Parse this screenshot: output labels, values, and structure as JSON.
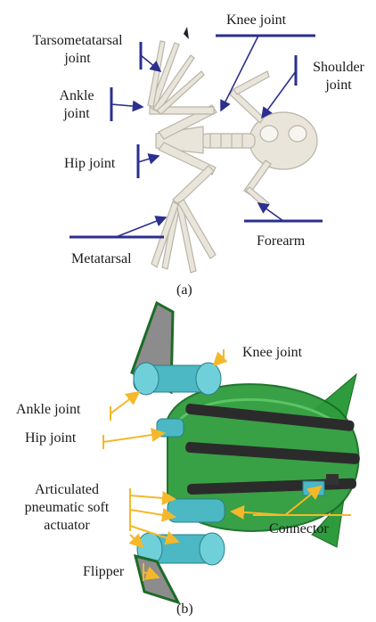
{
  "panel_a": {
    "caption": "(a)",
    "labels": {
      "tarsometatarsal_1": "Tarsometatarsal",
      "tarsometatarsal_2": "joint",
      "knee": "Knee joint",
      "shoulder_1": "Shoulder",
      "shoulder_2": "joint",
      "ankle_1": "Ankle",
      "ankle_2": "joint",
      "hip": "Hip joint",
      "forearm": "Forearm",
      "metatarsal": "Metatarsal"
    },
    "colors": {
      "pointer": "#2b2f8f",
      "bone": "#e9e5da",
      "bone_edge": "#b9b4a8"
    }
  },
  "panel_b": {
    "caption": "(b)",
    "labels": {
      "knee": "Knee joint",
      "ankle": "Ankle joint",
      "hip": "Hip joint",
      "actuator_1": "Articulated",
      "actuator_2": "pneumatic soft",
      "actuator_3": "actuator",
      "connector": "Connector",
      "flipper": "Flipper"
    },
    "colors": {
      "pointer": "#f5b82a",
      "body": "#2e9b3c",
      "stripe": "#2b2b2b",
      "actuator": "#4bb8c4",
      "fin": "#8c8c8c"
    }
  }
}
